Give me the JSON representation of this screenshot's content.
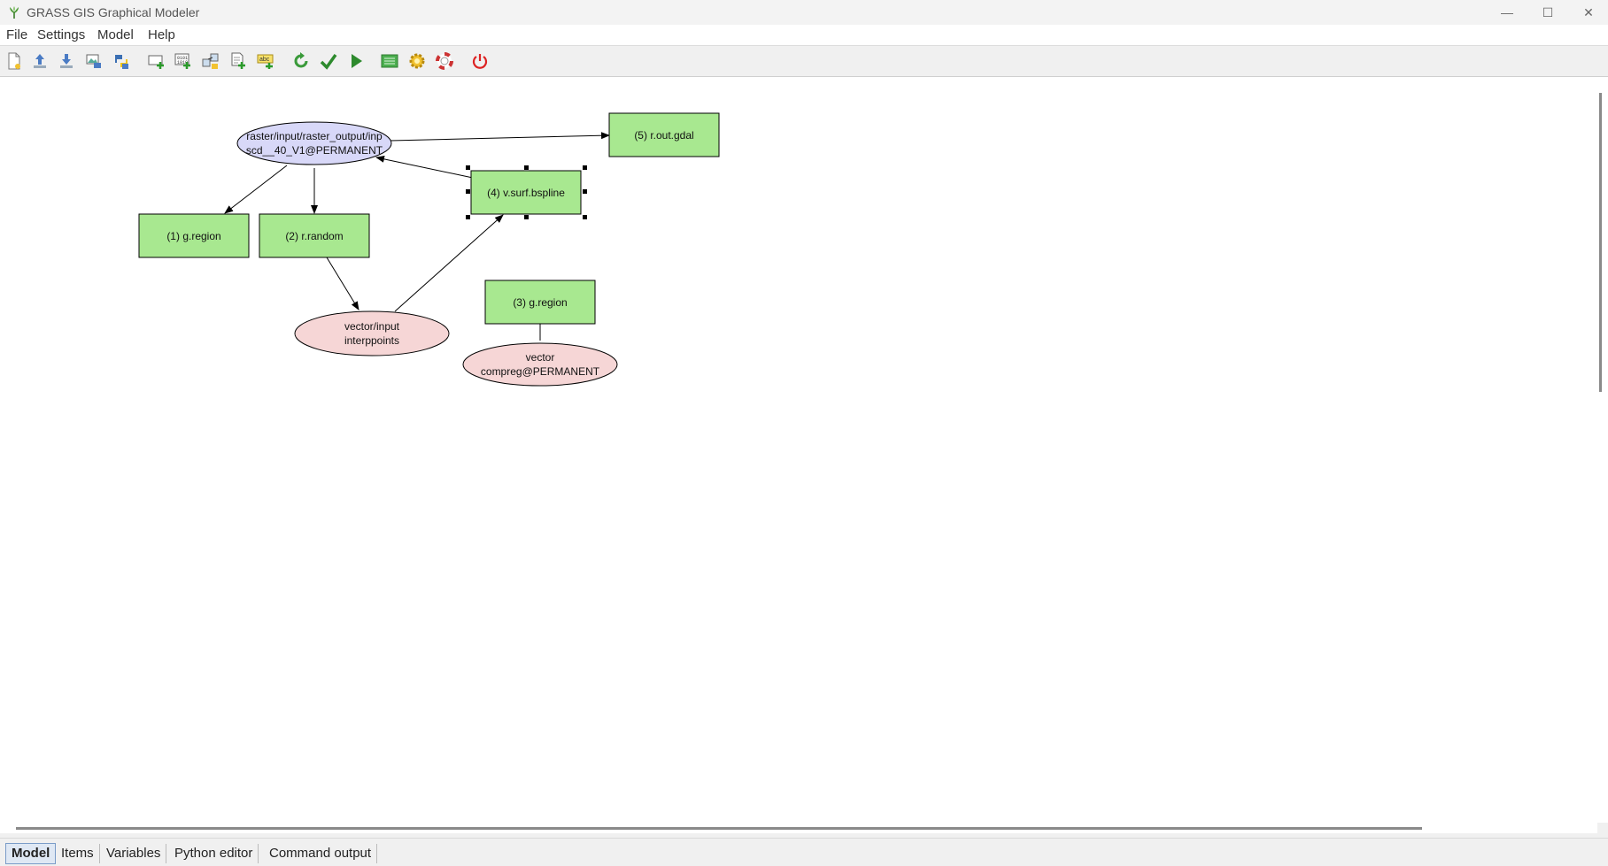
{
  "window": {
    "title": "GRASS GIS Graphical Modeler",
    "minimize_glyph": "—",
    "maximize_glyph": "☐",
    "close_glyph": "✕"
  },
  "menu": {
    "file": "File",
    "settings": "Settings",
    "model": "Model",
    "help": "Help"
  },
  "toolbar": {
    "buttons": [
      {
        "icon": "new-model-icon"
      },
      {
        "icon": "load-model-icon"
      },
      {
        "icon": "save-model-icon"
      },
      {
        "icon": "export-image-icon"
      },
      {
        "icon": "export-python-icon"
      },
      {
        "icon": "add-command-icon"
      },
      {
        "icon": "add-data-icon"
      },
      {
        "icon": "add-relation-icon"
      },
      {
        "icon": "add-loop-icon"
      },
      {
        "icon": "add-comment-icon"
      },
      {
        "icon": "redraw-icon"
      },
      {
        "icon": "validate-icon"
      },
      {
        "icon": "run-icon"
      },
      {
        "icon": "variables-icon"
      },
      {
        "icon": "settings-icon"
      },
      {
        "icon": "help-icon"
      },
      {
        "icon": "quit-icon"
      }
    ]
  },
  "colors": {
    "module_fill": "#a8e890",
    "raster_fill": "#d8d8f8",
    "vector_fill": "#f6d6d6",
    "accent_tab": "#dfe8f4"
  },
  "model": {
    "nodes": {
      "raster_input": {
        "line1": "raster/input/raster_output/inp",
        "line2": "scd__40_V1@PERMANENT"
      },
      "g_region_1": {
        "label": "(1) g.region"
      },
      "r_random": {
        "label": "(2) r.random"
      },
      "vector_interp": {
        "line1": "vector/input",
        "line2": "interppoints"
      },
      "g_region_3": {
        "label": "(3) g.region"
      },
      "vector_compreg": {
        "line1": "vector",
        "line2": "compreg@PERMANENT"
      },
      "v_surf_bspline": {
        "label": "(4) v.surf.bspline"
      },
      "r_out_gdal": {
        "label": "(5) r.out.gdal"
      }
    }
  },
  "tabs": {
    "model": "Model",
    "items": "Items",
    "variables": "Variables",
    "python_editor": "Python editor",
    "command_output": "Command output"
  }
}
